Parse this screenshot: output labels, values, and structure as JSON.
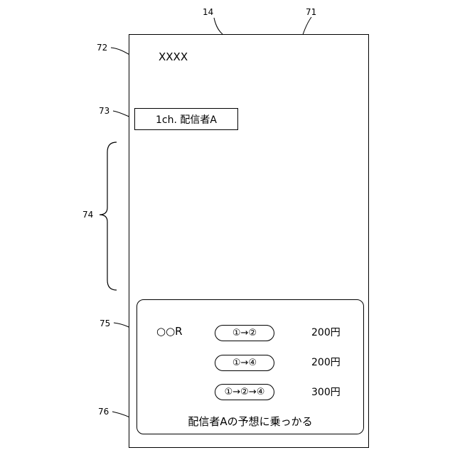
{
  "reference_numerals": {
    "device": "14",
    "screen": "71",
    "avatar": "72",
    "channel": "73",
    "video_area": "74",
    "bet_panel": "75",
    "follow_button": "76"
  },
  "header": {
    "username": "XXXX"
  },
  "channel": {
    "label": "1ch. 配信者A"
  },
  "bet_panel": {
    "race": "○○R",
    "bets": [
      {
        "combination": "①→②",
        "price": "200円"
      },
      {
        "combination": "①→④",
        "price": "200円"
      },
      {
        "combination": "①→②→④",
        "price": "300円"
      }
    ]
  },
  "follow_button": {
    "label": "配信者Aの予想に乗っかる"
  }
}
